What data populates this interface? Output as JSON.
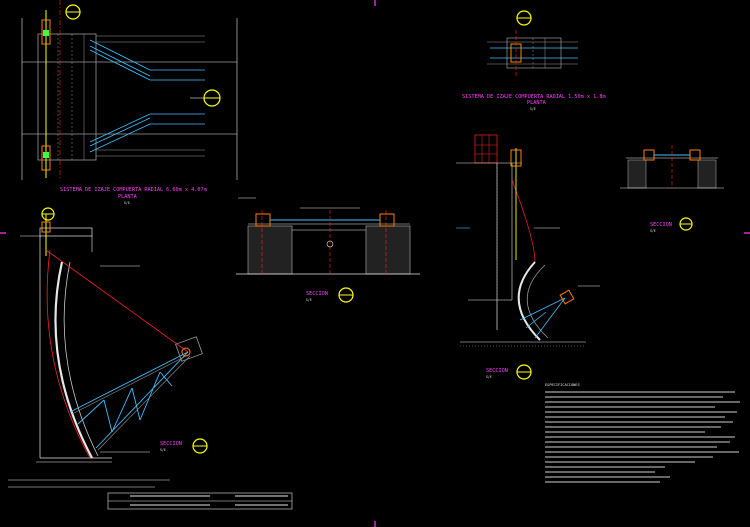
{
  "plan_top_left": {
    "title": "SISTEMA DE IZAJE COMPUERTA RADIAL 6.60m x 4.07m",
    "subtitle": "PLANTA",
    "scale": "S/E"
  },
  "plan_top_right": {
    "title": "SISTEMA DE IZAJE COMPUERTA RADIAL 1.50m x 1.8m",
    "subtitle": "PLANTA",
    "scale": "S/E"
  },
  "section_labels": {
    "a": "SECCION",
    "b": "SECCION",
    "c": "SECCION",
    "d": "SECCION",
    "scale": "S/E"
  },
  "notes_title": "ESPECIFICACIONES",
  "colors": {
    "magenta": "#ff40ff",
    "cyan": "#40c0ff",
    "yellow": "#ffff00",
    "red": "#ff2020",
    "white": "#e6e6e6",
    "green": "#40ff40",
    "orange": "#ff8000"
  }
}
